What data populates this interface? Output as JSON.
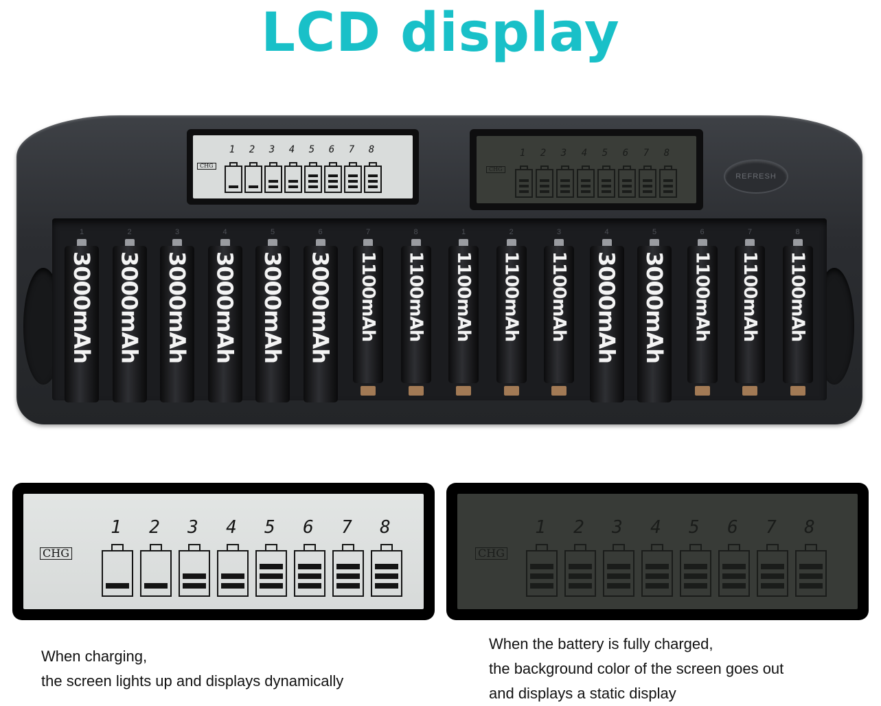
{
  "title": "LCD display",
  "charger": {
    "refresh_label": "REFRESH",
    "chg_label": "CHG",
    "slots": [
      {
        "num": "1",
        "capacity": "3000mAh"
      },
      {
        "num": "2",
        "capacity": "3000mAh"
      },
      {
        "num": "3",
        "capacity": "3000mAh"
      },
      {
        "num": "4",
        "capacity": "3000mAh"
      },
      {
        "num": "5",
        "capacity": "3000mAh"
      },
      {
        "num": "6",
        "capacity": "3000mAh"
      },
      {
        "num": "7",
        "capacity": "1100mAh"
      },
      {
        "num": "8",
        "capacity": "1100mAh"
      },
      {
        "num": "1",
        "capacity": "1100mAh"
      },
      {
        "num": "2",
        "capacity": "1100mAh"
      },
      {
        "num": "3",
        "capacity": "1100mAh"
      },
      {
        "num": "4",
        "capacity": "3000mAh"
      },
      {
        "num": "5",
        "capacity": "3000mAh"
      },
      {
        "num": "6",
        "capacity": "1100mAh"
      },
      {
        "num": "7",
        "capacity": "1100mAh"
      },
      {
        "num": "8",
        "capacity": "1100mAh"
      }
    ]
  },
  "lcd_charging": {
    "chg_label": "CHG",
    "channels": [
      {
        "digit": "1",
        "bars": 1
      },
      {
        "digit": "2",
        "bars": 1
      },
      {
        "digit": "3",
        "bars": 2
      },
      {
        "digit": "4",
        "bars": 2
      },
      {
        "digit": "5",
        "bars": 3
      },
      {
        "digit": "6",
        "bars": 3
      },
      {
        "digit": "7",
        "bars": 3
      },
      {
        "digit": "8",
        "bars": 3
      }
    ]
  },
  "lcd_full": {
    "chg_label": "CHG",
    "channels": [
      {
        "digit": "1",
        "bars": 3
      },
      {
        "digit": "2",
        "bars": 3
      },
      {
        "digit": "3",
        "bars": 3
      },
      {
        "digit": "4",
        "bars": 3
      },
      {
        "digit": "5",
        "bars": 3
      },
      {
        "digit": "6",
        "bars": 3
      },
      {
        "digit": "7",
        "bars": 3
      },
      {
        "digit": "8",
        "bars": 3
      }
    ]
  },
  "captions": {
    "charging_line1": "When charging,",
    "charging_line2": "the screen lights up and displays dynamically",
    "full_line1": "When the battery is fully charged,",
    "full_line2": "the background color of the screen goes out",
    "full_line3": "and displays a static display"
  },
  "colors": {
    "title": "#19c0c8",
    "lcd_light_bg": "#dcdfde",
    "lcd_light_ink": "#141414",
    "lcd_dark_bg": "#383b37",
    "lcd_dark_ink": "#1a1c1a"
  }
}
